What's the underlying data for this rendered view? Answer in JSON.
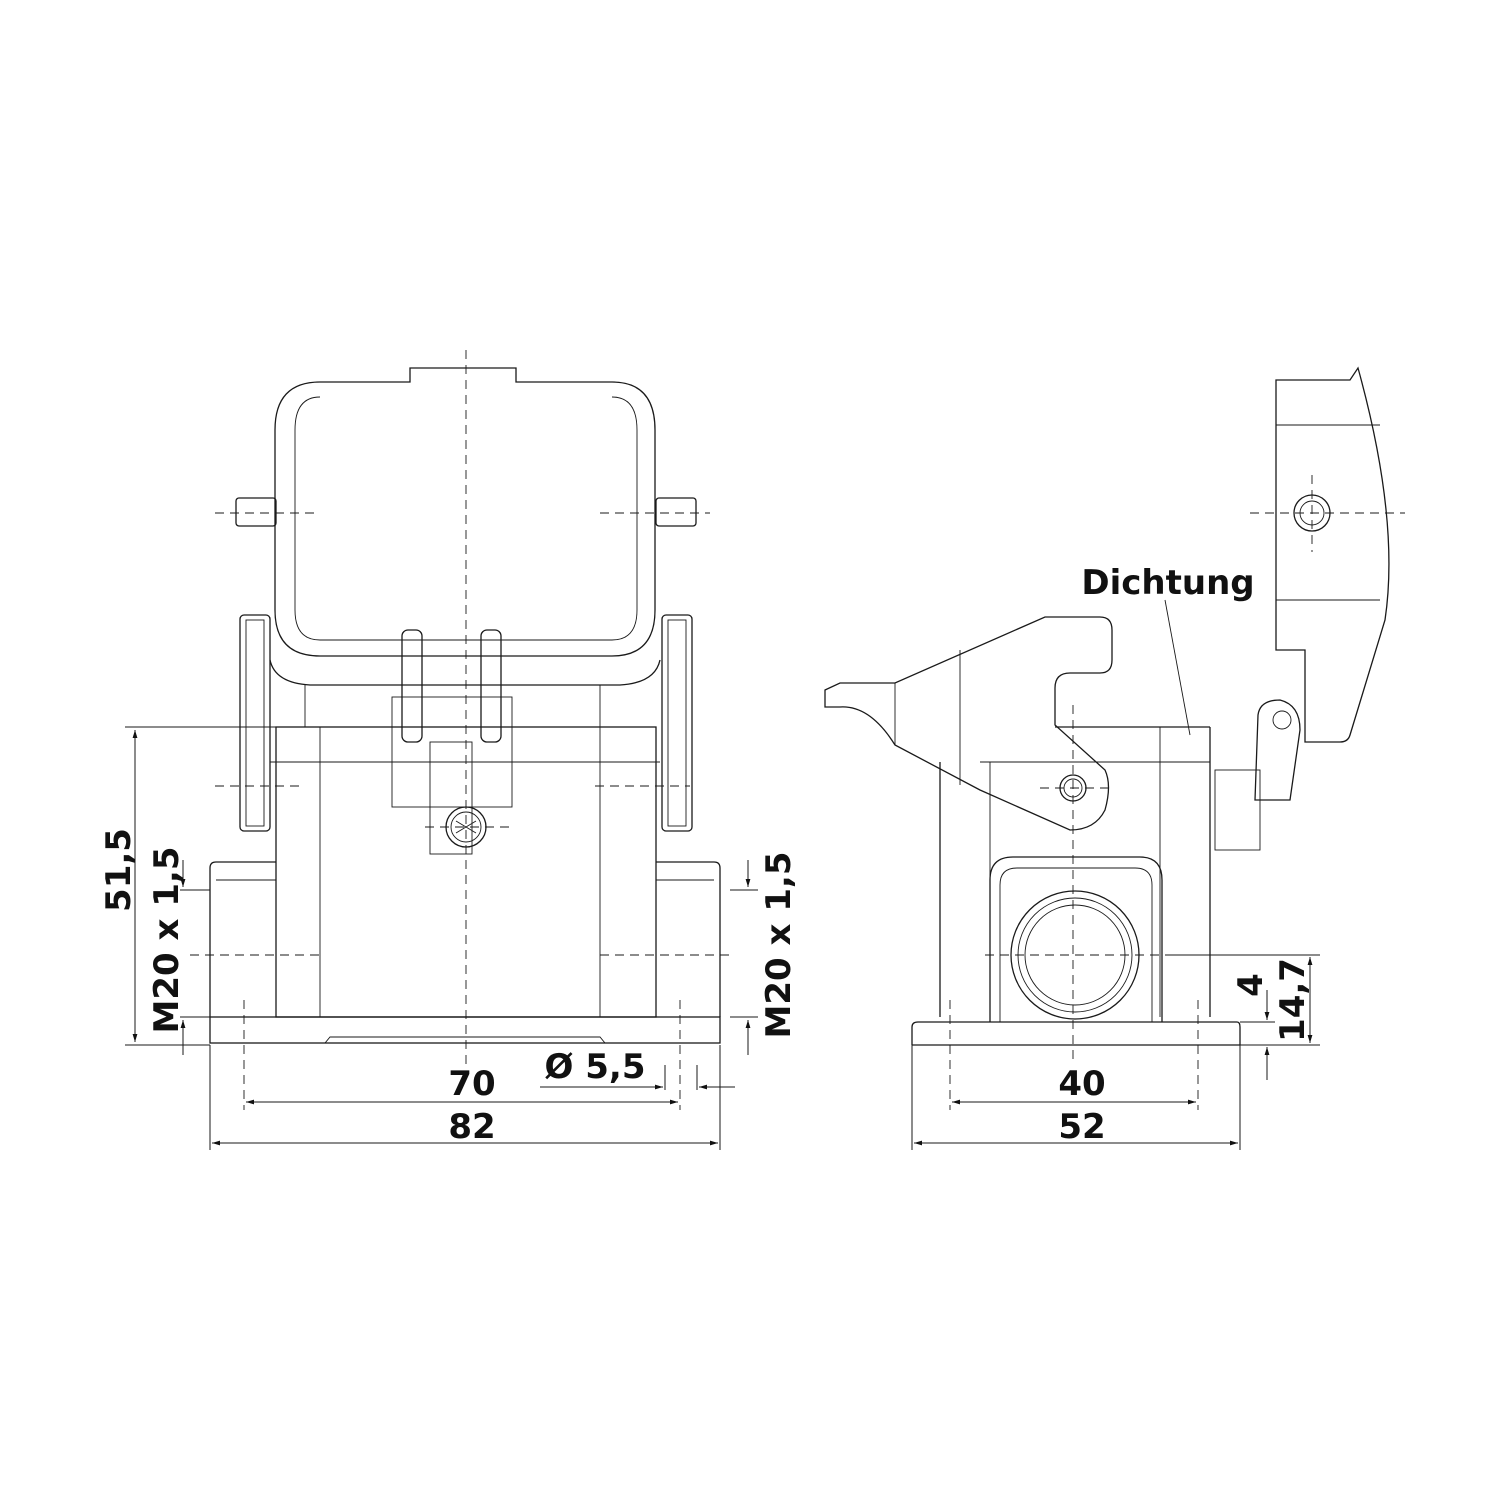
{
  "drawing": {
    "type": "technical-drawing",
    "subject": "Connector housing, surface-mount with double cable entry",
    "views": [
      "front-view",
      "side-view"
    ]
  },
  "front_view": {
    "dimensions": {
      "height_overall": "51,5",
      "thread_left": "M20 x 1,5",
      "thread_right": "M20 x 1,5",
      "mount_hole_spacing": "70",
      "base_width": "82",
      "hole_diameter": "Ø 5,5"
    }
  },
  "side_view": {
    "label_gasket": "Dichtung",
    "dimensions": {
      "flange_thickness": "4",
      "entry_center_height": "14,7",
      "mount_hole_spacing": "40",
      "base_depth": "52"
    }
  },
  "colors": {
    "line": "#1a1a1a",
    "background": "#ffffff"
  }
}
